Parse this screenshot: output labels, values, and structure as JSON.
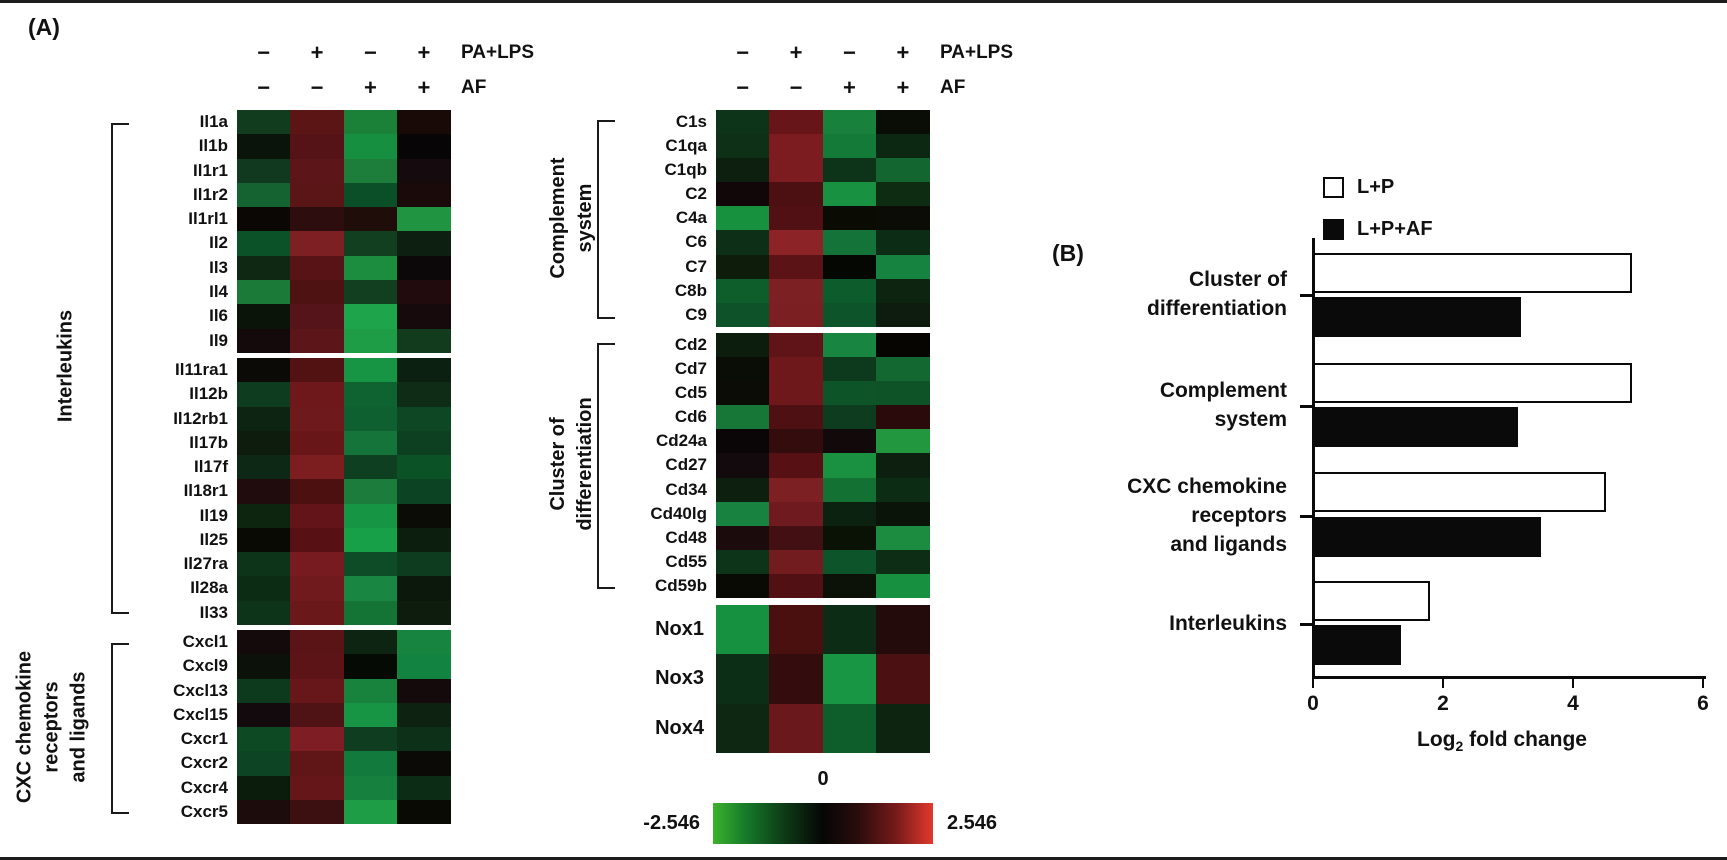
{
  "figure": {
    "panel_a_label": "(A)",
    "panel_b_label": "(B)"
  },
  "conditions": {
    "row1_label": "PA+LPS",
    "row2_label": "AF",
    "row1_signs": [
      "−",
      "+",
      "−",
      "+"
    ],
    "row2_signs": [
      "−",
      "−",
      "+",
      "+"
    ]
  },
  "labels": {
    "interleukins_lines": [
      "Interleukins"
    ],
    "cxc_lines": [
      "CXC chemokine",
      "receptors",
      "and ligands"
    ],
    "complement_lines": [
      "Complement",
      "system"
    ],
    "cd_lines": [
      "Cluster of",
      "differentiation"
    ]
  },
  "colorbar": {
    "min_label": "-2.546",
    "zero_label": "0",
    "max_label": "2.546",
    "left_color": "#3cb22c",
    "mid_color": "#060606",
    "right_color": "#e2392d"
  },
  "legend": [
    {
      "label": "L+P",
      "fill": "#ffffff"
    },
    {
      "label": "L+P+AF",
      "fill": "#000000"
    }
  ],
  "xaxis": {
    "log_prefix": "Log",
    "log_sub": "2",
    "rest": " fold change"
  },
  "chart_data": [
    {
      "type": "heatmap",
      "id": "left",
      "columns": {
        "pa_lps": [
          "−",
          "+",
          "−",
          "+"
        ],
        "af": [
          "−",
          "−",
          "+",
          "+"
        ]
      },
      "scale": {
        "min": -2.546,
        "mid": 0,
        "max": 2.546
      },
      "blocks": [
        {
          "group": "Interleukins",
          "genes": [
            {
              "name": "Il1a",
              "colors": [
                "#123c1e",
                "#5c1515",
                "#1b8038",
                "#190a08"
              ]
            },
            {
              "name": "Il1b",
              "colors": [
                "#0a140a",
                "#551317",
                "#169040",
                "#070505"
              ]
            },
            {
              "name": "Il1r1",
              "colors": [
                "#11391f",
                "#5c1518",
                "#1d7e3b",
                "#150a0d"
              ]
            },
            {
              "name": "Il1r2",
              "colors": [
                "#156331",
                "#5a1517",
                "#0b4f28",
                "#1b0a0a"
              ]
            },
            {
              "name": "Il1rl1",
              "colors": [
                "#0a0705",
                "#2d0d0d",
                "#1e0d08",
                "#209440"
              ]
            },
            {
              "name": "Il2",
              "colors": [
                "#0c5228",
                "#7c2024",
                "#123f20",
                "#0c1f10"
              ]
            },
            {
              "name": "Il3",
              "colors": [
                "#0e2813",
                "#571316",
                "#1c8c3e",
                "#0c0708"
              ]
            },
            {
              "name": "Il4",
              "colors": [
                "#1b7a37",
                "#4f1212",
                "#123f20",
                "#220b0d"
              ]
            },
            {
              "name": "Il6",
              "colors": [
                "#0a1408",
                "#54141a",
                "#1ea44a",
                "#160a0c"
              ]
            },
            {
              "name": "Il9",
              "colors": [
                "#140a0c",
                "#5c161a",
                "#1f9c46",
                "#123a1c"
              ]
            }
          ]
        },
        {
          "group": "Interleukins",
          "genes": [
            {
              "name": "Il11ra1",
              "colors": [
                "#0c0a06",
                "#531212",
                "#189544",
                "#0c2012"
              ]
            },
            {
              "name": "Il12b",
              "colors": [
                "#0e3c1e",
                "#6e181c",
                "#0e6330",
                "#0e2c16"
              ]
            },
            {
              "name": "Il12rb1",
              "colors": [
                "#0d2412",
                "#6e1a1c",
                "#0e6030",
                "#0d4724"
              ]
            },
            {
              "name": "Il17b",
              "colors": [
                "#0d1c0c",
                "#681618",
                "#15743a",
                "#0d4021"
              ]
            },
            {
              "name": "Il17f",
              "colors": [
                "#0d2814",
                "#7c1d20",
                "#0e3f20",
                "#0c5227"
              ]
            },
            {
              "name": "Il18r1",
              "colors": [
                "#200c0c",
                "#4c1010",
                "#1c7c3c",
                "#0c4423"
              ]
            },
            {
              "name": "Il19",
              "colors": [
                "#0d240f",
                "#621418",
                "#169544",
                "#0a0c05"
              ]
            },
            {
              "name": "Il25",
              "colors": [
                "#0a0a05",
                "#571114",
                "#18a048",
                "#0c1f0e"
              ]
            },
            {
              "name": "Il27ra",
              "colors": [
                "#0d3318",
                "#771b20",
                "#0d4c26",
                "#0d3c1e"
              ]
            },
            {
              "name": "Il28a",
              "colors": [
                "#0d2c14",
                "#701a1e",
                "#198741",
                "#0c180b"
              ]
            },
            {
              "name": "Il33",
              "colors": [
                "#0d3418",
                "#6b181b",
                "#147436",
                "#0d1c0c"
              ]
            }
          ]
        },
        {
          "group": "CXC chemokine receptors and ligands",
          "genes": [
            {
              "name": "Cxcl1",
              "colors": [
                "#140a0c",
                "#5a1415",
                "#0d2412",
                "#178540"
              ]
            },
            {
              "name": "Cxcl9",
              "colors": [
                "#0c120a",
                "#5c1417",
                "#060a04",
                "#138341"
              ]
            },
            {
              "name": "Cxcl13",
              "colors": [
                "#0d3a1c",
                "#671619",
                "#17833c",
                "#140a0c"
              ]
            },
            {
              "name": "Cxcl15",
              "colors": [
                "#120a0c",
                "#4f1315",
                "#179544",
                "#0d2211"
              ]
            },
            {
              "name": "Cxcr1",
              "colors": [
                "#0d4a24",
                "#7e1e24",
                "#0e3e1f",
                "#0d3118"
              ]
            },
            {
              "name": "Cxcr2",
              "colors": [
                "#0d4423",
                "#601517",
                "#117a3c",
                "#0c0a06"
              ]
            },
            {
              "name": "Cxcr4",
              "colors": [
                "#0c1c0c",
                "#641619",
                "#16813e",
                "#0d2c15"
              ]
            },
            {
              "name": "Cxcr5",
              "colors": [
                "#1c0c0c",
                "#3c0f10",
                "#1f9c46",
                "#0a0a05"
              ]
            }
          ]
        }
      ]
    },
    {
      "type": "heatmap",
      "id": "right",
      "columns": {
        "pa_lps": [
          "−",
          "+",
          "−",
          "+"
        ],
        "af": [
          "−",
          "−",
          "+",
          "+"
        ]
      },
      "scale": {
        "min": -2.546,
        "mid": 0,
        "max": 2.546
      },
      "blocks": [
        {
          "group": "Complement system",
          "genes": [
            {
              "name": "C1s",
              "colors": [
                "#0d3418",
                "#671518",
                "#18813c",
                "#0a0d05"
              ]
            },
            {
              "name": "C1qa",
              "colors": [
                "#0d3016",
                "#7c1c20",
                "#147a38",
                "#0d2812"
              ]
            },
            {
              "name": "C1qb",
              "colors": [
                "#0d2010",
                "#7c1c20",
                "#0d3319",
                "#13662f"
              ]
            },
            {
              "name": "C2",
              "colors": [
                "#120708",
                "#4c1013",
                "#189141",
                "#0d2c12"
              ]
            },
            {
              "name": "C4a",
              "colors": [
                "#17913d",
                "#511114",
                "#0a0c04",
                "#0a0c05"
              ]
            },
            {
              "name": "C6",
              "colors": [
                "#0d2e17",
                "#8c2326",
                "#137338",
                "#0d2c16"
              ]
            },
            {
              "name": "C7",
              "colors": [
                "#0d1c0b",
                "#5c1316",
                "#050703",
                "#178340"
              ]
            },
            {
              "name": "C8b",
              "colors": [
                "#0e5e2c",
                "#7c2024",
                "#0d5c2c",
                "#0d2410"
              ]
            },
            {
              "name": "C9",
              "colors": [
                "#0e5229",
                "#7c1f22",
                "#0d542a",
                "#0d1c0e"
              ]
            }
          ]
        },
        {
          "group": "Cluster of differentiation",
          "genes": [
            {
              "name": "Cd2",
              "colors": [
                "#0d1d0d",
                "#601417",
                "#188540",
                "#070502"
              ]
            },
            {
              "name": "Cd7",
              "colors": [
                "#0a0d06",
                "#6e181c",
                "#0d3a1d",
                "#136831"
              ]
            },
            {
              "name": "Cd5",
              "colors": [
                "#0a0c05",
                "#6e181c",
                "#0e5429",
                "#0e5227"
              ]
            },
            {
              "name": "Cd6",
              "colors": [
                "#167736",
                "#4f1013",
                "#0d3c1e",
                "#2b0a0c"
              ]
            },
            {
              "name": "Cd24a",
              "colors": [
                "#0a0608",
                "#330d0d",
                "#120a0a",
                "#22973f"
              ]
            },
            {
              "name": "Cd27",
              "colors": [
                "#120a0c",
                "#571114",
                "#1a9141",
                "#0d1f0e"
              ]
            },
            {
              "name": "Cd34",
              "colors": [
                "#0d1f0e",
                "#7c2023",
                "#137134",
                "#0d2c14"
              ]
            },
            {
              "name": "Cd40lg",
              "colors": [
                "#188340",
                "#6e1a1f",
                "#0c2210",
                "#0a1408"
              ]
            },
            {
              "name": "Cd48",
              "colors": [
                "#1c0b0d",
                "#420f12",
                "#0a1206",
                "#1c8c40"
              ]
            },
            {
              "name": "Cd55",
              "colors": [
                "#0d3418",
                "#731c20",
                "#0e542a",
                "#0d2e14"
              ]
            },
            {
              "name": "Cd59b",
              "colors": [
                "#0a0a05",
                "#511114",
                "#0c1208",
                "#179140"
              ]
            }
          ]
        },
        {
          "group": "",
          "genes": [
            {
              "name": "Nox1",
              "colors": [
                "#159140",
                "#4a1010",
                "#0d2c16",
                "#240b0b"
              ]
            },
            {
              "name": "Nox3",
              "colors": [
                "#0d2e16",
                "#330d0d",
                "#189644",
                "#4a1012"
              ]
            },
            {
              "name": "Nox4",
              "colors": [
                "#0d2712",
                "#6b181c",
                "#0e5e2c",
                "#0d2410"
              ]
            }
          ]
        }
      ]
    },
    {
      "type": "bar",
      "orientation": "horizontal",
      "title": "",
      "xlabel": "Log2 fold change",
      "xlim": [
        0,
        6
      ],
      "xticks": [
        0,
        2,
        4,
        6
      ],
      "legend_position": "top",
      "categories": [
        {
          "label": "Cluster of differentiation",
          "lines": [
            "Cluster of",
            "differentiation"
          ]
        },
        {
          "label": "Complement system",
          "lines": [
            "Complement",
            "system"
          ]
        },
        {
          "label": "CXC chemokine receptors and ligands",
          "lines": [
            "CXC chemokine",
            "receptors",
            "and ligands"
          ]
        },
        {
          "label": "Interleukins",
          "lines": [
            "Interleukins"
          ]
        }
      ],
      "series": [
        {
          "name": "L+P",
          "color": "#ffffff",
          "values": [
            4.9,
            4.9,
            4.5,
            1.8
          ]
        },
        {
          "name": "L+P+AF",
          "color": "#000000",
          "values": [
            3.2,
            3.15,
            3.5,
            1.35
          ]
        }
      ]
    }
  ]
}
